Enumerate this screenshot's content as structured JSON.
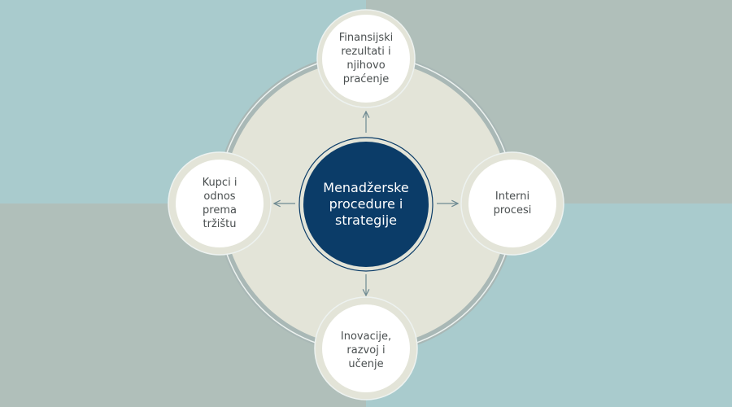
{
  "diagram": {
    "center": {
      "lines": [
        "Menadžerske",
        "procedure i",
        "strategije"
      ]
    },
    "nodes": {
      "top": {
        "lines": [
          "Finansijski",
          "rezultati i",
          "njihovo",
          "praćenje"
        ]
      },
      "right": {
        "lines": [
          "Interni",
          "procesi"
        ]
      },
      "bottom": {
        "lines": [
          "Inovacije,",
          "razvoj i",
          "učenje"
        ]
      },
      "left": {
        "lines": [
          "Kupci i",
          "odnos",
          "prema",
          "tržištu"
        ]
      }
    },
    "colors": {
      "background_teal": "#a9cbcd",
      "background_gray": "#b0bfba",
      "big_circle_fill": "#e3e4d8",
      "center_fill": "#0b3c68",
      "node_fill": "#ffffff",
      "ring": "#edf2f0",
      "arrow": "#6e8a92",
      "text": "#4a4f50"
    }
  }
}
